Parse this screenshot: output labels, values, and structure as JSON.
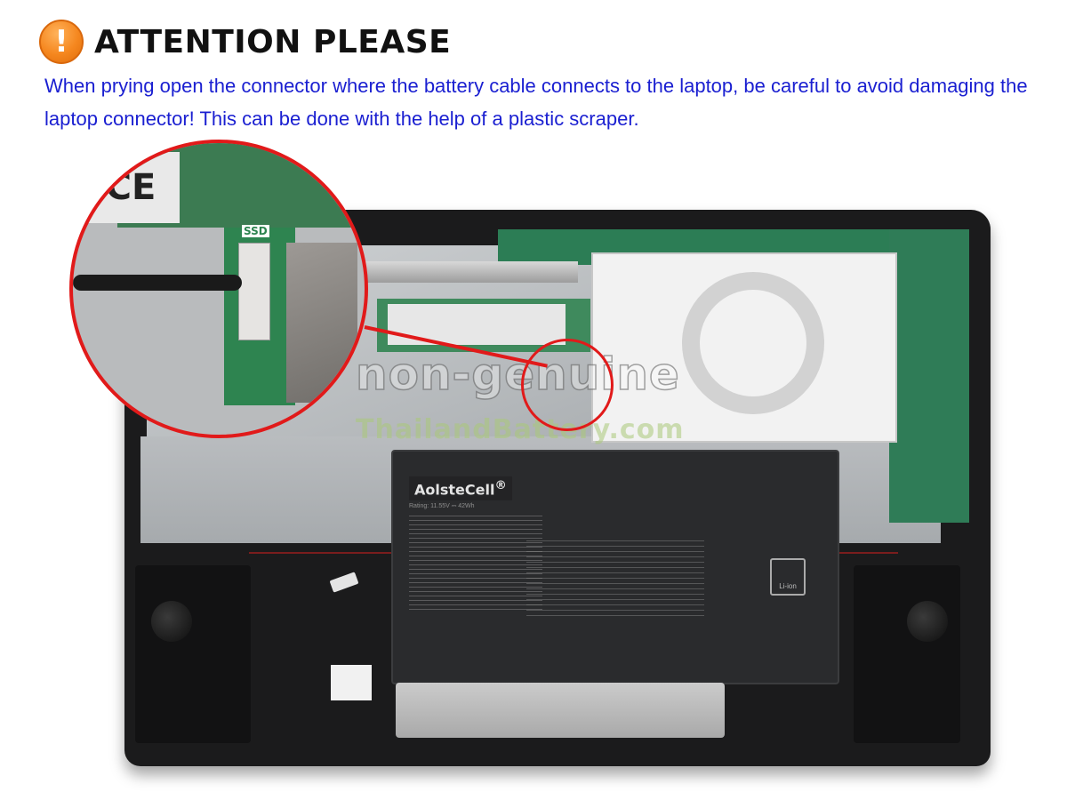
{
  "header": {
    "icon": "warning-exclamation-icon",
    "icon_glyph": "!",
    "title": "ATTENTION PLEASE",
    "icon_color": "#f5871f"
  },
  "description": {
    "text": "When prying open the connector where the battery cable connects to the laptop, be careful to avoid damaging the laptop connector! This can be done with the help of a plastic scraper.",
    "color": "#1a1fd1"
  },
  "photo": {
    "callout_color": "#e11a1a",
    "callout_ssd_tag": "SSD",
    "callout_ce_mark": "CE",
    "battery": {
      "brand": "AolsteCell",
      "brand_mark": "®",
      "rating": "Rating: 11.55V ⎓ 42Wh",
      "recycle_label": "Li-ion"
    },
    "watermark_line1": "non-genuine",
    "watermark_line2": "ThailandBattery.com"
  }
}
